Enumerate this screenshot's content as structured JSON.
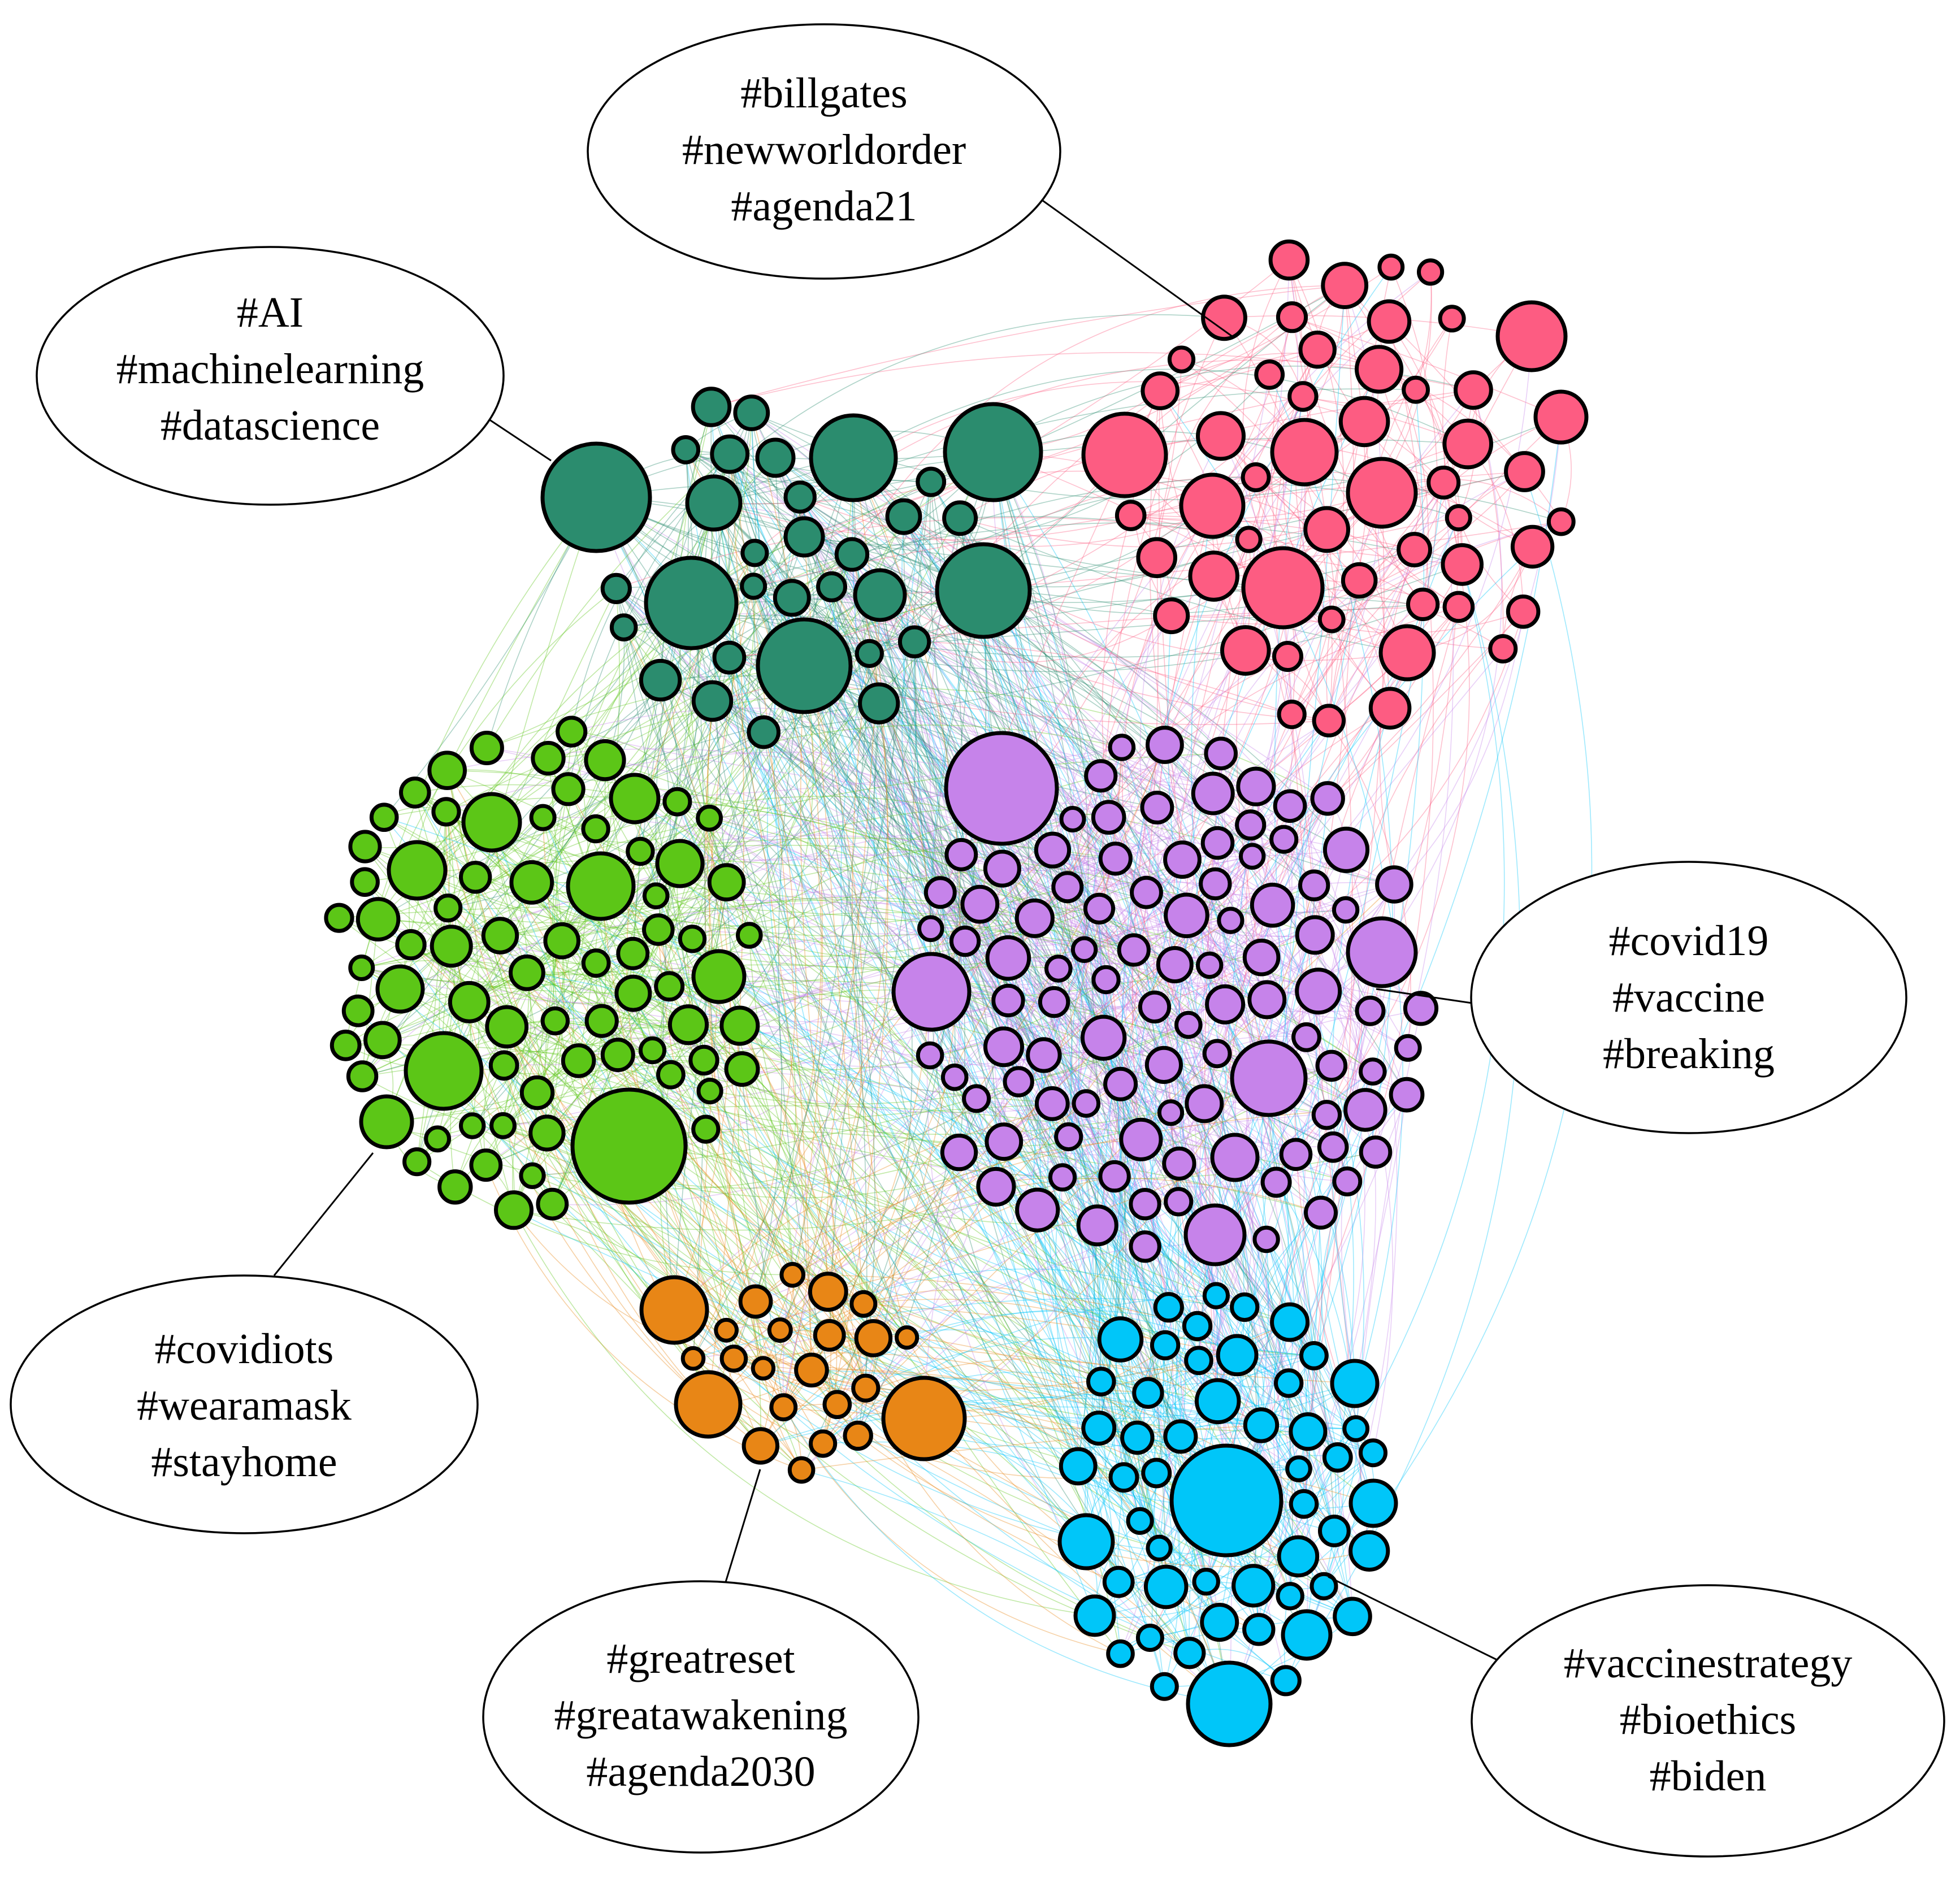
{
  "colors": {
    "ai": "#2b8c6e",
    "conspiracy": "#fd5c82",
    "covidiots": "#5cc617",
    "covid": "#c683ea",
    "greatreset": "#e88616",
    "vaccinestrategy": "#00c6f9",
    "outline": "#000000"
  },
  "clusters": [
    {
      "id": "ai",
      "hashtags": [
        "#AI",
        "#machinelearning",
        "#datascience"
      ]
    },
    {
      "id": "conspiracy",
      "hashtags": [
        "#billgates",
        "#newworldorder",
        "#agenda21"
      ]
    },
    {
      "id": "covid",
      "hashtags": [
        "#covid19",
        "#vaccine",
        "#breaking"
      ]
    },
    {
      "id": "covidiots",
      "hashtags": [
        "#covidiots",
        "#wearamask",
        "#stayhome"
      ]
    },
    {
      "id": "greatreset",
      "hashtags": [
        "#greatreset",
        "#greatawakening",
        "#agenda2030"
      ]
    },
    {
      "id": "vaccinestrategy",
      "hashtags": [
        "#vaccinestrategy",
        "#bioethics",
        "#biden"
      ]
    }
  ]
}
